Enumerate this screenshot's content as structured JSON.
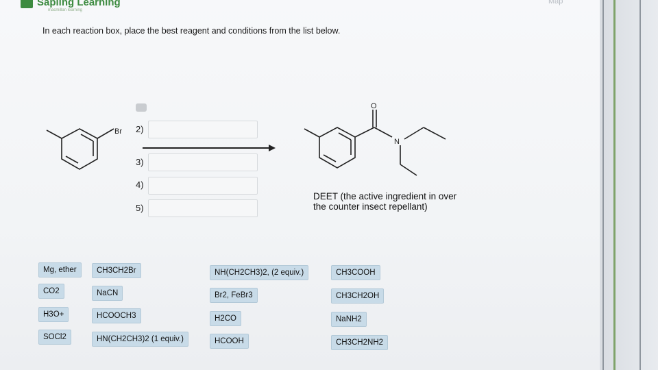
{
  "app": {
    "logo_text": "Sapling Learning",
    "logo_subtitle": "macmillan learning",
    "map_label": "Map"
  },
  "instruction": "In each reaction box, place the best reagent and conditions from the list below.",
  "reaction": {
    "leaving_group_label": "Br",
    "carbonyl_label": "O",
    "nitrogen_label": "N",
    "steps": [
      "2)",
      "3)",
      "4)",
      "5)"
    ],
    "product_label": "DEET (the active ingredient in over the counter insect repellant)"
  },
  "reagents": [
    {
      "text": "Mg, ether"
    },
    {
      "text": "CO2"
    },
    {
      "text": "H3O+"
    },
    {
      "text": "SOCl2"
    },
    {
      "text": "CH3CH2Br"
    },
    {
      "text": "NaCN"
    },
    {
      "text": "HCOOCH3"
    },
    {
      "text": "HN(CH2CH3)2 (1 equiv.)"
    },
    {
      "text": "NH(CH2CH3)2, (2 equiv.)"
    },
    {
      "text": "Br2, FeBr3"
    },
    {
      "text": "H2CO"
    },
    {
      "text": "HCOOH"
    },
    {
      "text": "CH3COOH"
    },
    {
      "text": "CH3CH2OH"
    },
    {
      "text": "NaNH2"
    },
    {
      "text": "CH3CH2NH2"
    }
  ]
}
